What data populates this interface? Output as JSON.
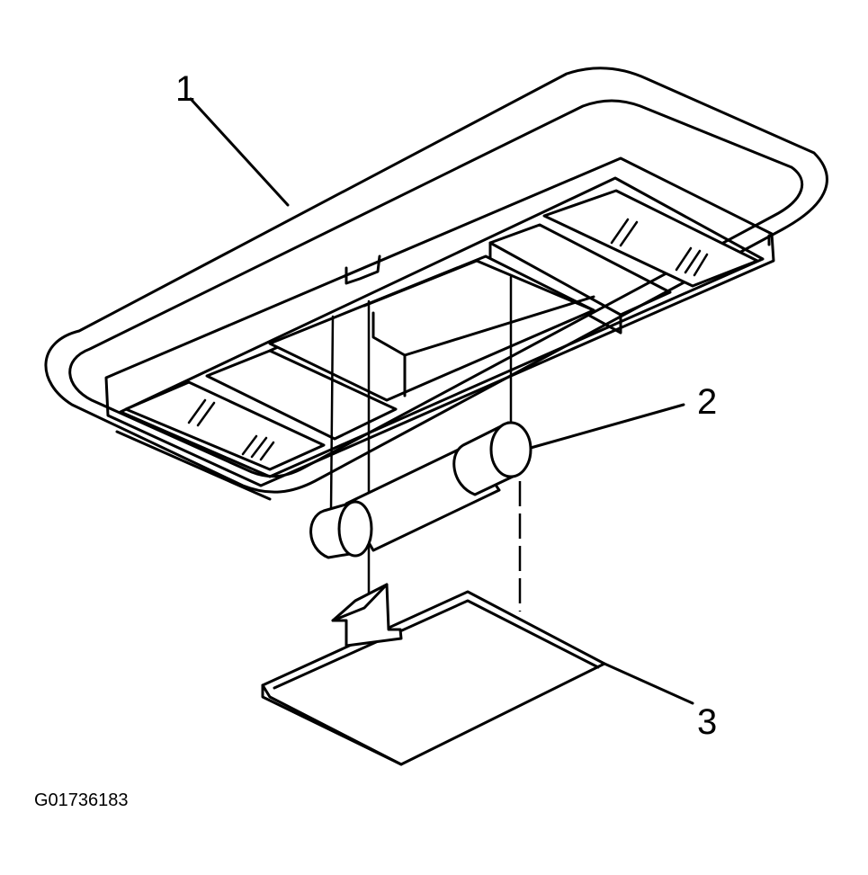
{
  "callouts": [
    {
      "id": "1",
      "label": "1"
    },
    {
      "id": "2",
      "label": "2"
    },
    {
      "id": "3",
      "label": "3"
    }
  ],
  "figure_code": "G01736183"
}
